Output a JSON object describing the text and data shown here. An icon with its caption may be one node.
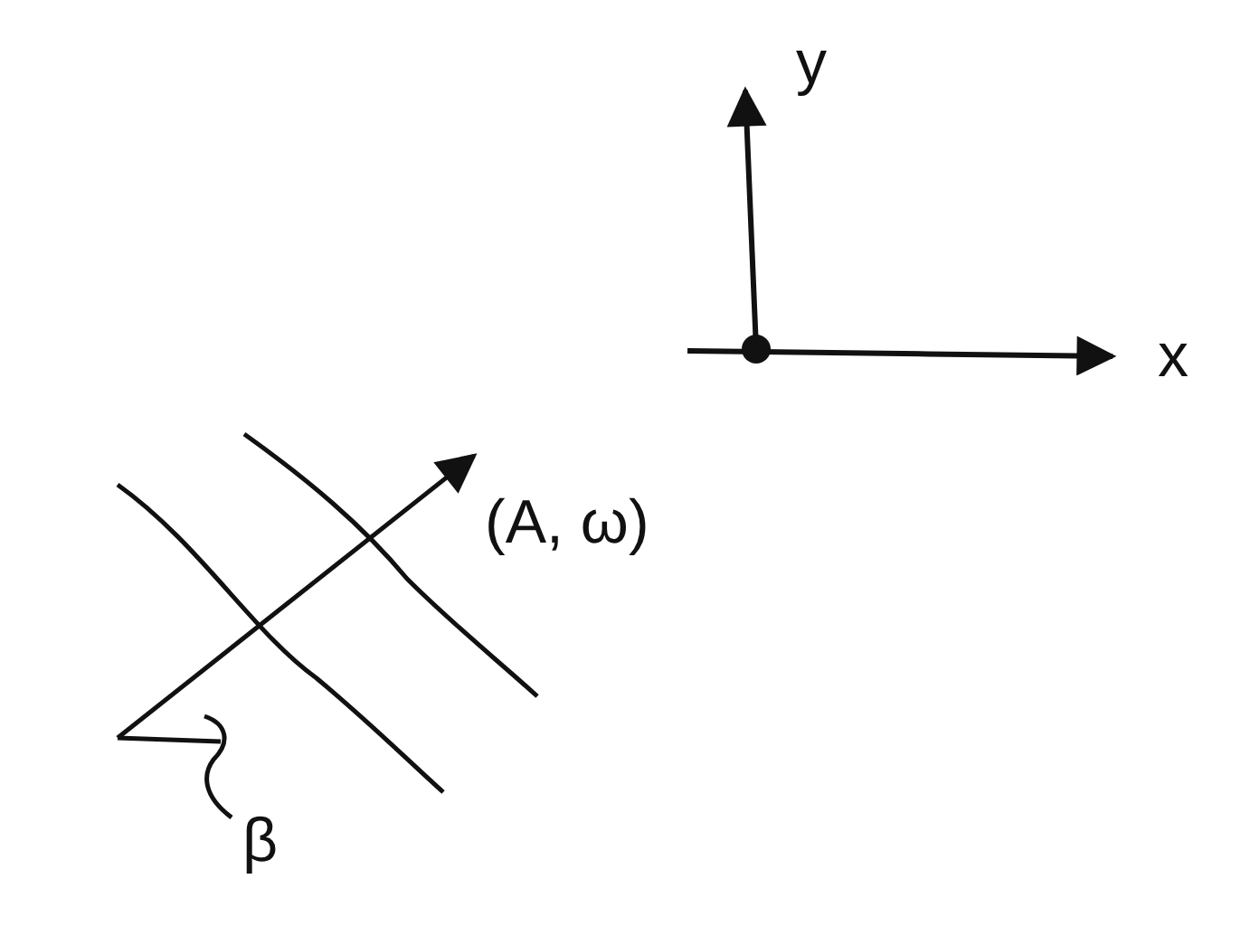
{
  "diagram": {
    "labels": [
      "y",
      "x",
      "(A, ω)",
      "β"
    ]
  }
}
